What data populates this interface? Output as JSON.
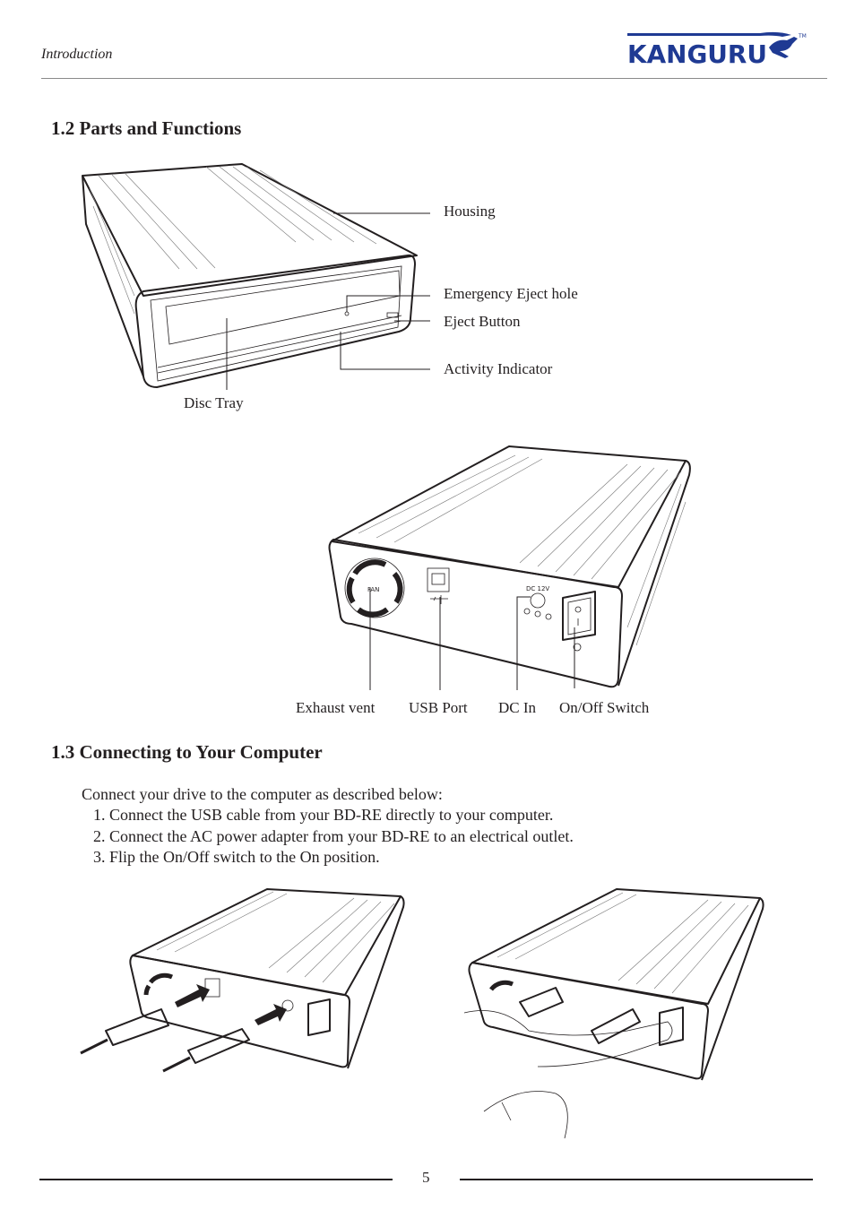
{
  "header": {
    "section_title": "Introduction",
    "brand": "KANGURU",
    "trademark": "TM"
  },
  "section_parts": {
    "heading": "1.2  Parts and Functions",
    "front_labels": {
      "housing": "Housing",
      "emergency_eject": "Emergency Eject hole",
      "eject_button": "Eject Button",
      "activity_indicator": "Activity Indicator",
      "disc_tray": "Disc Tray"
    },
    "rear_panel_text": {
      "fan": "FAN",
      "dc": "DC 12V"
    },
    "rear_labels": {
      "exhaust_vent": "Exhaust vent",
      "usb_port": "USB Port",
      "dc_in": "DC In",
      "power_switch": "On/Off Switch"
    }
  },
  "section_connect": {
    "heading": "1.3  Connecting to Your Computer",
    "intro": "Connect your drive to the computer as described below:",
    "steps": [
      "1.   Connect the USB cable from your BD-RE directly to your computer.",
      "2.    Connect the AC power adapter from your BD-RE to an electrical outlet.",
      "3.   Flip the On/Off switch to the On position."
    ]
  },
  "footer": {
    "page_number": "5"
  },
  "colors": {
    "brand": "#1f3a93",
    "ink": "#231f20"
  }
}
